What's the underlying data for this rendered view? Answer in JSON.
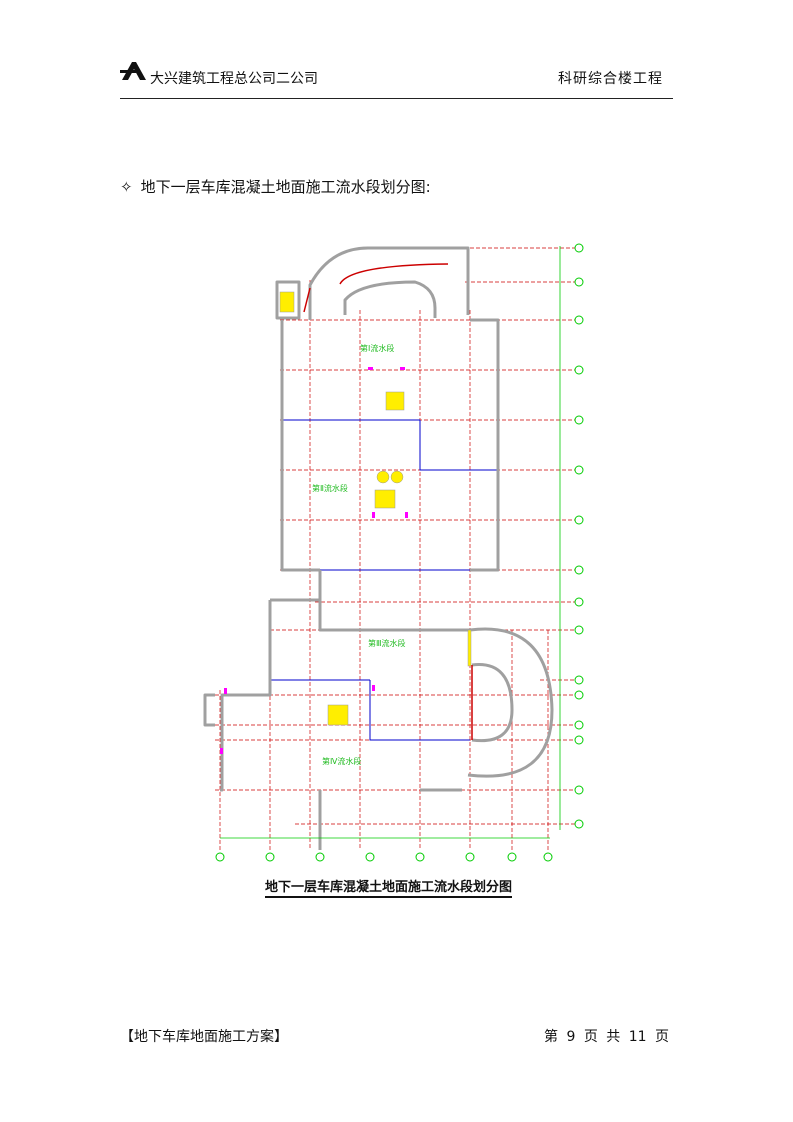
{
  "header": {
    "company": "大兴建筑工程总公司二公司",
    "project": "科研综合楼工程"
  },
  "section": {
    "bullet": "✧",
    "title": "地下一层车库混凝土地面施工流水段划分图:"
  },
  "plan": {
    "zones": [
      "第Ⅰ流水段",
      "第Ⅱ流水段",
      "第Ⅲ流水段",
      "第Ⅳ流水段"
    ],
    "colors": {
      "axis": "#00cc00",
      "grid": "#cc0000",
      "wall": "#a0a0a0",
      "boundary": "#0000cc",
      "stair": "#ffee00",
      "marker": "#ff00ff"
    }
  },
  "caption": "地下一层车库混凝土地面施工流水段划分图",
  "footer": {
    "left": "【地下车库地面施工方案】",
    "right": "第 9 页 共 11 页"
  }
}
